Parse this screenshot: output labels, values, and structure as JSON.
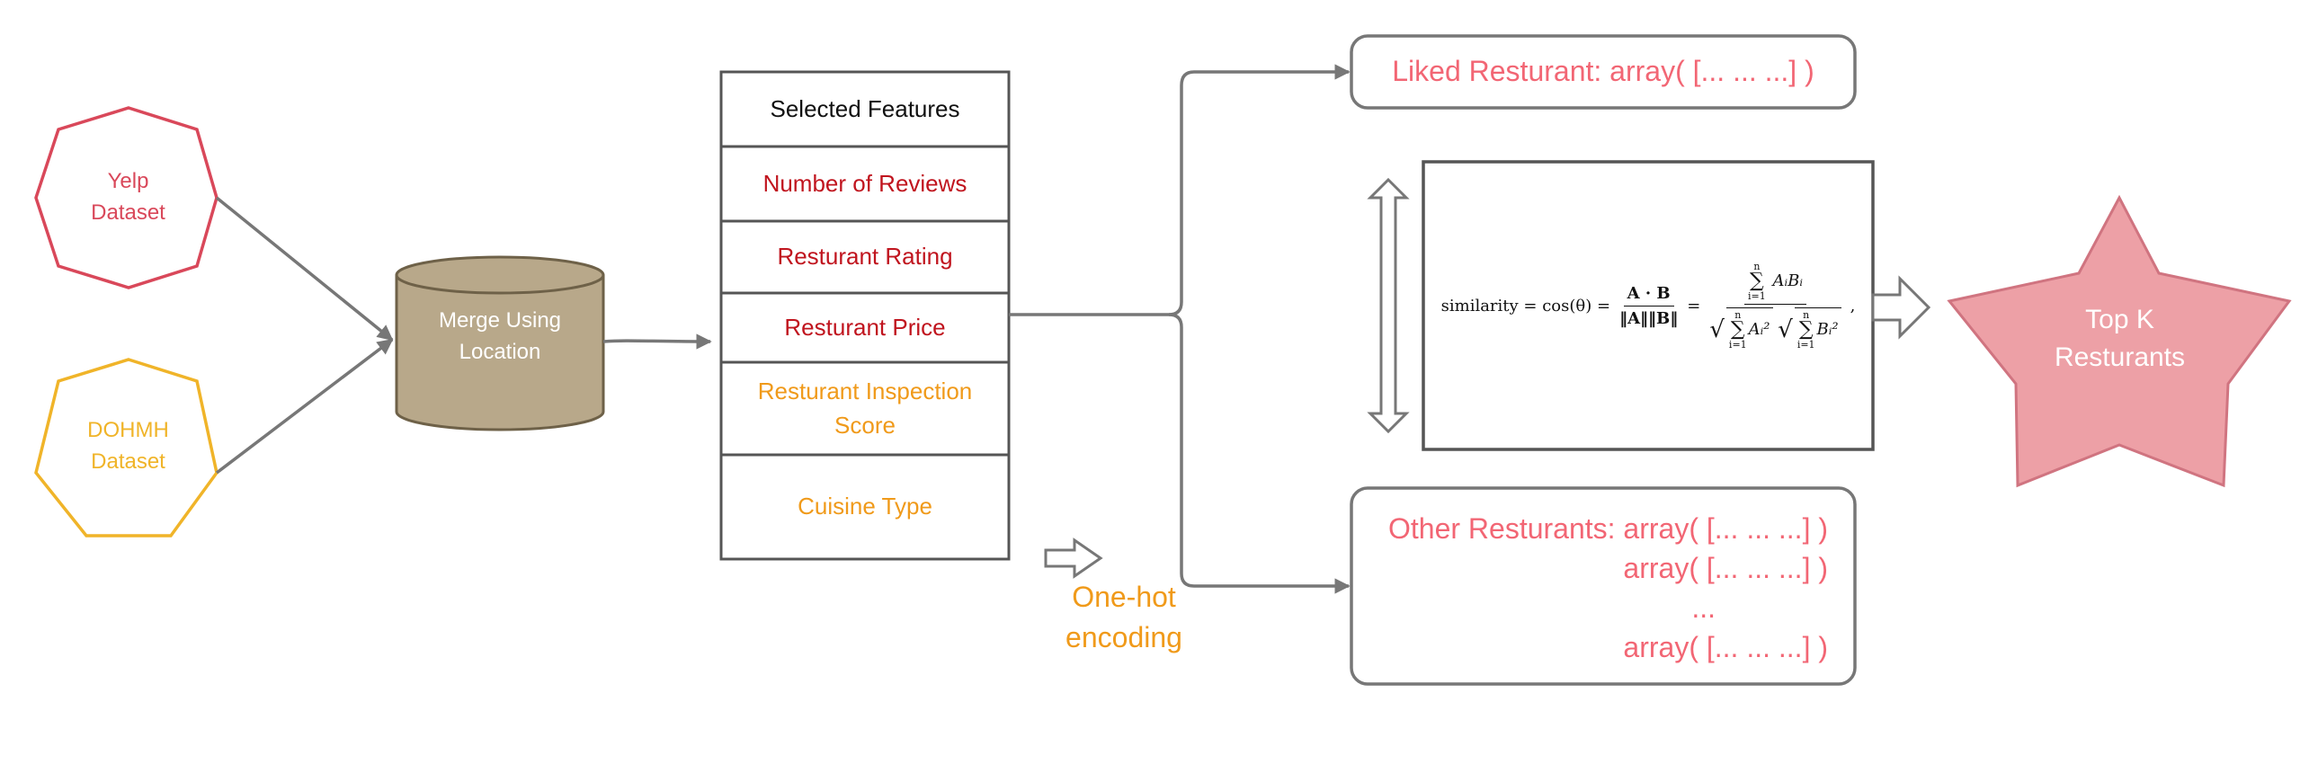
{
  "colors": {
    "yelp": "#d9485a",
    "dohmh": "#f0b429",
    "feature_red": "#c0141e",
    "feature_orange": "#f09a1a",
    "array_text": "#f26674",
    "star_fill": "#eda0a6",
    "star_stroke": "#d07480",
    "cylinder_fill": "#b8a88a",
    "cylinder_stroke": "#6e6148",
    "connector": "#777777",
    "onehot_text": "#f09a1a"
  },
  "sources": {
    "yelp": {
      "line1": "Yelp",
      "line2": "Dataset"
    },
    "dohmh": {
      "line1": "DOHMH",
      "line2": "Dataset"
    }
  },
  "merge": {
    "line1": "Merge Using",
    "line2": "Location"
  },
  "features": {
    "header": "Selected Features",
    "items": [
      {
        "label": "Number of Reviews"
      },
      {
        "label": "Resturant Rating"
      },
      {
        "label": "Resturant Price"
      },
      {
        "line1": "Resturant Inspection",
        "line2": "Score"
      },
      {
        "label": "Cuisine Type"
      }
    ]
  },
  "onehot": {
    "line1": "One-hot",
    "line2": "encoding"
  },
  "liked": {
    "text": "Liked Resturant: array( [... ... ...] )"
  },
  "others": {
    "line1": "Other Resturants: array( [... ... ...] )",
    "line2": "array( [... ... ...] )",
    "line3": "...",
    "line4": "array( [... ... ...] )"
  },
  "formula": {
    "lhs": "similarity = cos(θ) =",
    "dot_num": "A · B",
    "dot_den": "‖A‖‖B‖",
    "eq": "=",
    "sum_top": "n",
    "sum_sym": "∑",
    "sum_bot": "i=1",
    "num_term": "AᵢBᵢ",
    "den_a": "Aᵢ²",
    "den_b": "Bᵢ²",
    "trail": ","
  },
  "result": {
    "line1": "Top K",
    "line2": "Resturants"
  }
}
